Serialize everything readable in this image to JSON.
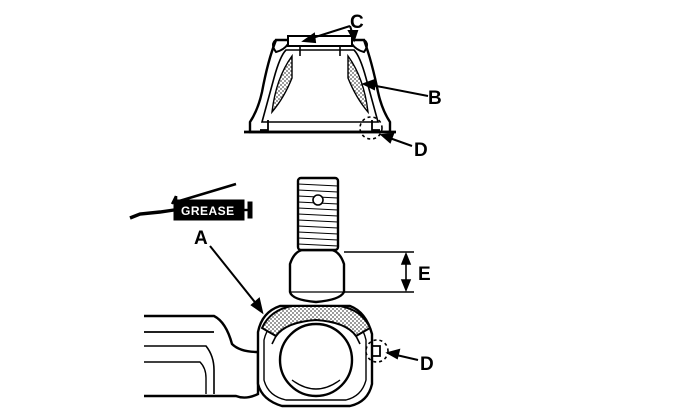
{
  "labels": {
    "a": "A",
    "b": "B",
    "c": "C",
    "d_top": "D",
    "d_bottom": "D",
    "e": "E"
  },
  "grease_gun": {
    "text": "GREASE"
  },
  "colors": {
    "ink": "#000000",
    "shade": "#bdbdbd",
    "paper": "#ffffff"
  }
}
